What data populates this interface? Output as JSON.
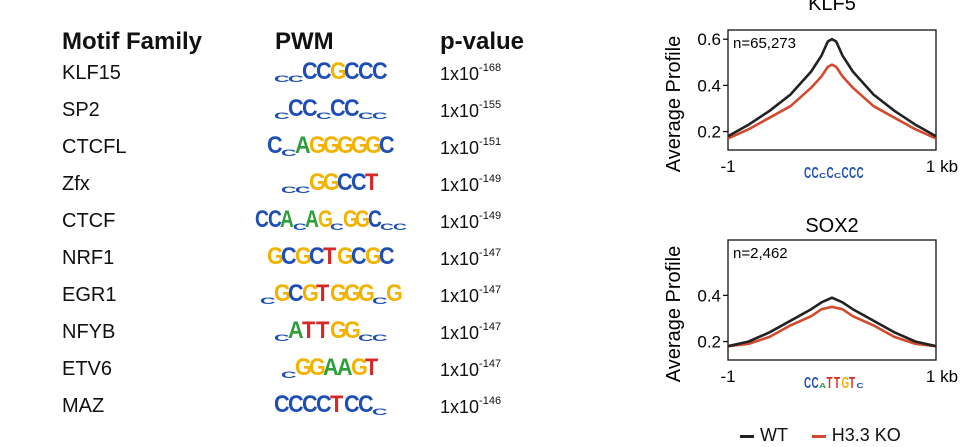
{
  "table": {
    "headers": {
      "family": "Motif Family",
      "pwm": "PWM",
      "pvalue": "p-value"
    },
    "rows": [
      {
        "family": "KLF15",
        "pwm": "ccCCGCCC",
        "p_base": "1x10",
        "p_exp": "-168"
      },
      {
        "family": "SP2",
        "pwm": "cCCcCCcc",
        "p_base": "1x10",
        "p_exp": "-155"
      },
      {
        "family": "CTCFL",
        "pwm": "CcAGGGGGC",
        "p_base": "1x10",
        "p_exp": "-151"
      },
      {
        "family": "Zfx",
        "pwm": "ccGGCCT",
        "p_base": "1x10",
        "p_exp": "-149"
      },
      {
        "family": "CTCF",
        "pwm": "CCAcAGcGGCcc",
        "p_base": "1x10",
        "p_exp": "-149"
      },
      {
        "family": "NRF1",
        "pwm": "GCGCTGCGC",
        "p_base": "1x10",
        "p_exp": "-147"
      },
      {
        "family": "EGR1",
        "pwm": "cGCGTGGGcG",
        "p_base": "1x10",
        "p_exp": "-147"
      },
      {
        "family": "NFYB",
        "pwm": "cATTGGcc",
        "p_base": "1x10",
        "p_exp": "-147"
      },
      {
        "family": "ETV6",
        "pwm": "cGGAAGT",
        "p_base": "1x10",
        "p_exp": "-147"
      },
      {
        "family": "MAZ",
        "pwm": "CCCCTCCc",
        "p_base": "1x10",
        "p_exp": "-146"
      }
    ]
  },
  "colors": {
    "A": "#2e9e3a",
    "C": "#1f4fb4",
    "G": "#f2b300",
    "T": "#d62828",
    "wt": "#222222",
    "ko": "#d24a2e"
  },
  "chart_data": [
    {
      "type": "line",
      "title": "KLF5",
      "ylabel": "Average Profile",
      "xlabel": "",
      "xtick_labels": [
        "-1",
        "1 kb"
      ],
      "yticks": [
        0.2,
        0.4,
        0.6
      ],
      "ylim": [
        0.12,
        0.64
      ],
      "xlim": [
        -1,
        1
      ],
      "annotation": "n=65,273",
      "motif": "CCcCcCCC",
      "series": [
        {
          "name": "WT",
          "x": [
            -1,
            -0.8,
            -0.6,
            -0.4,
            -0.2,
            -0.1,
            -0.04,
            0,
            0.04,
            0.1,
            0.2,
            0.4,
            0.6,
            0.8,
            1
          ],
          "values": [
            0.18,
            0.23,
            0.29,
            0.36,
            0.46,
            0.53,
            0.59,
            0.6,
            0.59,
            0.53,
            0.46,
            0.36,
            0.29,
            0.23,
            0.18
          ]
        },
        {
          "name": "H3.3 KO",
          "x": [
            -1,
            -0.8,
            -0.6,
            -0.4,
            -0.2,
            -0.1,
            -0.04,
            0,
            0.04,
            0.1,
            0.2,
            0.4,
            0.6,
            0.8,
            1
          ],
          "values": [
            0.17,
            0.21,
            0.26,
            0.31,
            0.39,
            0.44,
            0.48,
            0.49,
            0.48,
            0.44,
            0.39,
            0.31,
            0.26,
            0.21,
            0.17
          ]
        }
      ]
    },
    {
      "type": "line",
      "title": "SOX2",
      "ylabel": "Average Profile",
      "xlabel": "",
      "xtick_labels": [
        "-1",
        "1 kb"
      ],
      "yticks": [
        0.2,
        0.4
      ],
      "ylim": [
        0.12,
        0.64
      ],
      "xlim": [
        -1,
        1
      ],
      "annotation": "n=2,462",
      "motif": "CCaTTGTc",
      "series": [
        {
          "name": "WT",
          "x": [
            -1,
            -0.8,
            -0.6,
            -0.4,
            -0.2,
            -0.1,
            0,
            0.1,
            0.2,
            0.4,
            0.6,
            0.8,
            1
          ],
          "values": [
            0.18,
            0.2,
            0.24,
            0.29,
            0.34,
            0.37,
            0.39,
            0.37,
            0.34,
            0.29,
            0.24,
            0.2,
            0.18
          ]
        },
        {
          "name": "H3.3 KO",
          "x": [
            -1,
            -0.8,
            -0.6,
            -0.4,
            -0.2,
            -0.1,
            0,
            0.1,
            0.2,
            0.4,
            0.6,
            0.8,
            1
          ],
          "values": [
            0.18,
            0.19,
            0.22,
            0.27,
            0.31,
            0.34,
            0.35,
            0.34,
            0.31,
            0.27,
            0.22,
            0.19,
            0.18
          ]
        }
      ]
    }
  ],
  "legend": {
    "wt": "WT",
    "ko": "H3.3 KO"
  }
}
